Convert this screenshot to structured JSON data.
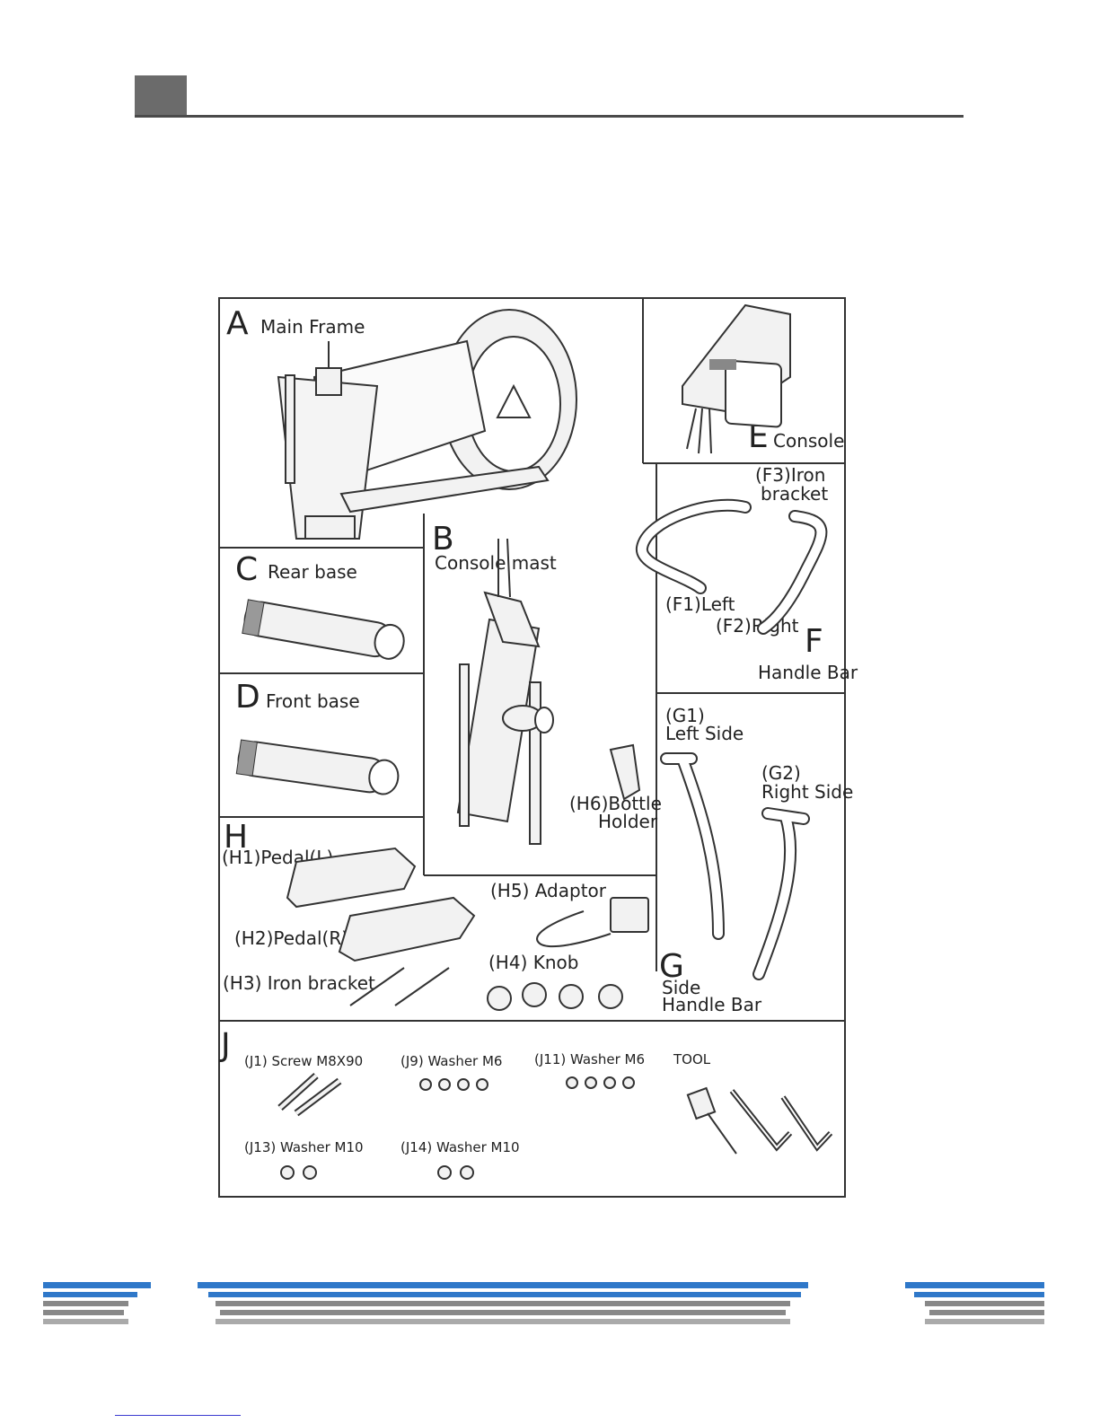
{
  "sections": {
    "A": {
      "letter": "A",
      "label": "Main Frame"
    },
    "B": {
      "letter": "B",
      "label": "Console mast"
    },
    "C": {
      "letter": "C",
      "label": "Rear base"
    },
    "D": {
      "letter": "D",
      "label": "Front base"
    },
    "E": {
      "letter": "E",
      "label": "Console"
    },
    "F": {
      "letter": "F",
      "label": "Handle Bar",
      "f1": "(F1)Left",
      "f2": "(F2)Right",
      "f3_line1": "(F3)Iron",
      "f3_line2": "bracket"
    },
    "G": {
      "letter": "G",
      "label_line1": "Side",
      "label_line2": "Handle Bar",
      "g1_line1": "(G1)",
      "g1_line2": "Left Side",
      "g2_line1": "(G2)",
      "g2_line2": "Right Side"
    },
    "H": {
      "letter": "H",
      "h1": "(H1)Pedal(L)",
      "h2": "(H2)Pedal(R)",
      "h3": "(H3) Iron bracket",
      "h4": "(H4) Knob",
      "h5": "(H5) Adaptor",
      "h6_line1": "(H6)Bottle",
      "h6_line2": "Holder"
    },
    "J": {
      "letter": "J",
      "j1": "(J1) Screw M8X90",
      "j9": "(J9) Washer M6",
      "j11": "(J11) Washer M6",
      "j13": "(J13) Washer M10",
      "j14": "(J14) Washer M10",
      "tool": "TOOL"
    }
  }
}
